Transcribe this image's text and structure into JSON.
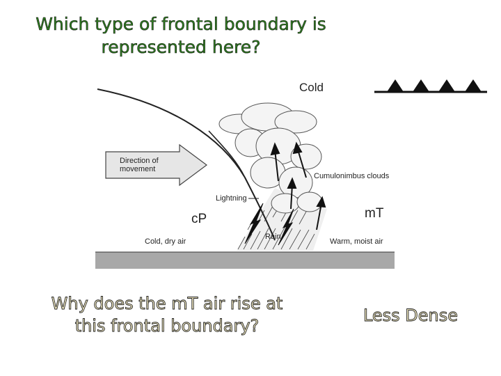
{
  "slide": {
    "title_line1": "Which type of frontal boundary is",
    "title_line2": "represented here?",
    "question_line1": "Why does the mT air rise at",
    "question_line2": "this frontal boundary?",
    "answer": "Less Dense"
  },
  "diagram": {
    "label_cold": "Cold",
    "arrow_text_line1": "Direction of",
    "arrow_text_line2": "movement",
    "label_cumulonimbus": "Cumulonimbus clouds",
    "label_lightning": "Lightning",
    "label_cp": "cP",
    "label_mt": "mT",
    "label_rain": "Rain",
    "label_cold_dry": "Cold, dry air",
    "label_warm_moist": "Warm, moist air"
  },
  "colors": {
    "title_green": "#2e7d1f",
    "question_fill": "#f4ecc4",
    "ground_gray": "#a8a8a8"
  },
  "legend_symbol": "cold-front-triangles-icon"
}
